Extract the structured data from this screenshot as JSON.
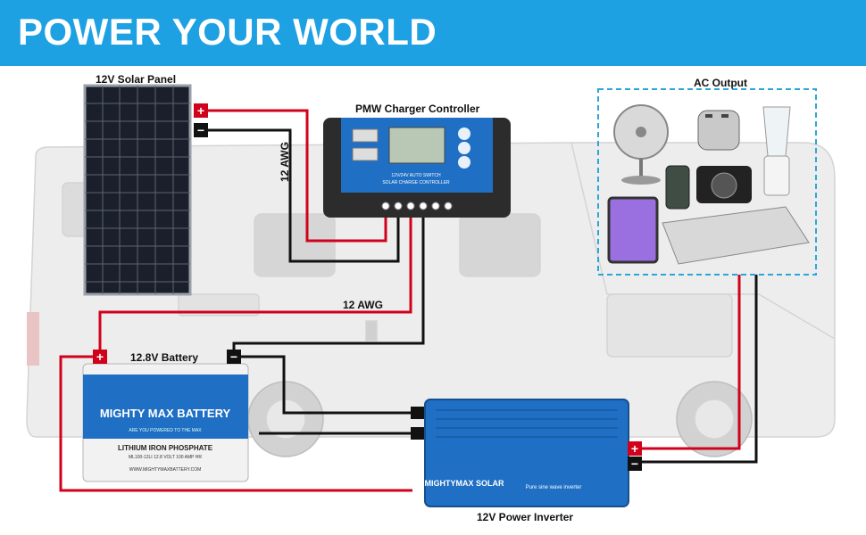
{
  "header": {
    "title": "POWER YOUR WORLD"
  },
  "labels": {
    "solar_panel": "12V Solar Panel",
    "charge_controller": "PMW Charger Controller",
    "ac_output": "AC Output",
    "wire_gauge_vertical": "12 AWG",
    "wire_gauge_horizontal": "12 AWG",
    "battery": "12.8V Battery",
    "inverter": "12V Power Inverter"
  },
  "controller_device": {
    "line1": "12V/24V AUTO SWITCH",
    "line2": "SOLAR CHARGE CONTROLLER"
  },
  "battery_device": {
    "brand": "MIGHTY MAX BATTERY",
    "tagline": "ARE YOU POWERED TO THE MAX",
    "chemistry": "LITHIUM IRON PHOSPHATE",
    "model": "ML100-12LI 12.8 VOLT 100 AMP HR",
    "url": "WWW.MIGHTYMAXBATTERY.COM"
  },
  "inverter_device": {
    "brand": "MIGHTYMAX SOLAR",
    "note": "Pure sine wave inverter"
  },
  "terminals": {
    "positive": "+",
    "negative": "−"
  },
  "colors": {
    "header_bg": "#1da1e2",
    "positive_wire": "#d0021b",
    "negative_wire": "#111111",
    "device_blue": "#1f6fc4",
    "ac_box_border": "#2aa7d8"
  }
}
